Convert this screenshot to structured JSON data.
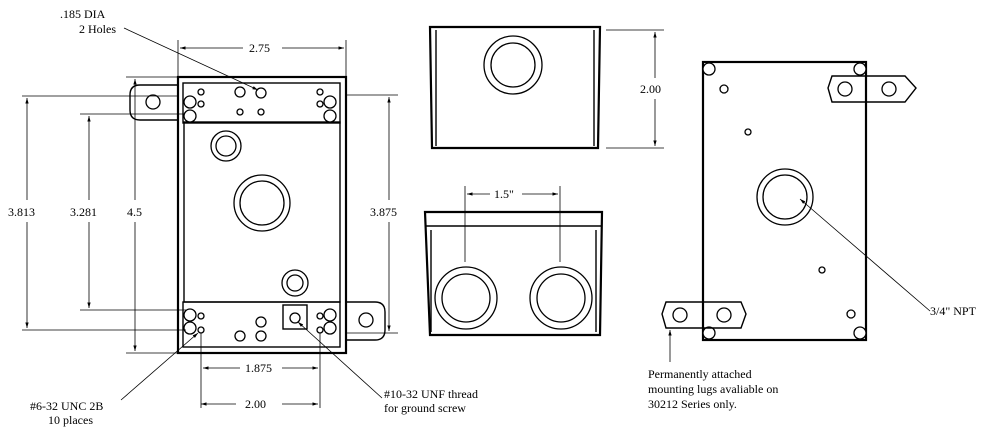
{
  "annotations": {
    "dia_line1": ".185  DIA",
    "dia_line2": "2 Holes",
    "unc_line1": "#6-32 UNC 2B",
    "unc_line2": "10 places",
    "unf_line1": "#10-32 UNF thread",
    "unf_line2": "for ground screw",
    "npt": "3/4\" NPT",
    "lug_line1": "Permanently attached",
    "lug_line2": "mounting lugs avaliable on",
    "lug_line3": "30212 Series only."
  },
  "dimensions": {
    "width_top": "2.75",
    "height_left_outer": "3.813",
    "height_left_inner": "3.281",
    "height_total": "4.5",
    "height_right": "3.875",
    "hole_spacing_upper": "1.875",
    "hole_spacing_lower": "2.00",
    "side_height": "2.00",
    "hub_spacing": "1.5\""
  }
}
